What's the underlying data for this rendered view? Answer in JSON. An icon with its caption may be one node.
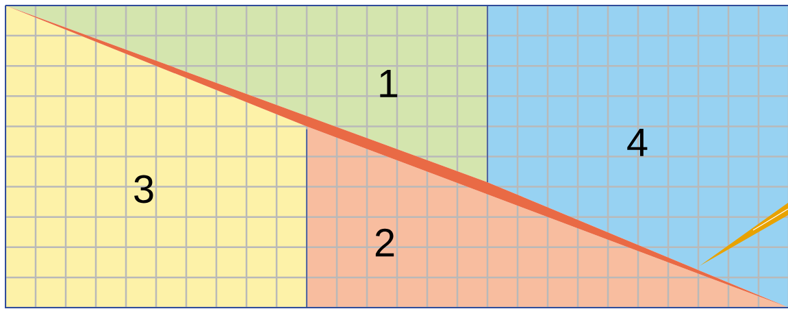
{
  "diagram": {
    "nodes": [
      {
        "text": [
          "1"
        ]
      },
      {
        "text": [
          "4"
        ]
      },
      {
        "text": [
          "3"
        ]
      },
      {
        "text": [
          "2"
        ]
      }
    ]
  }
}
